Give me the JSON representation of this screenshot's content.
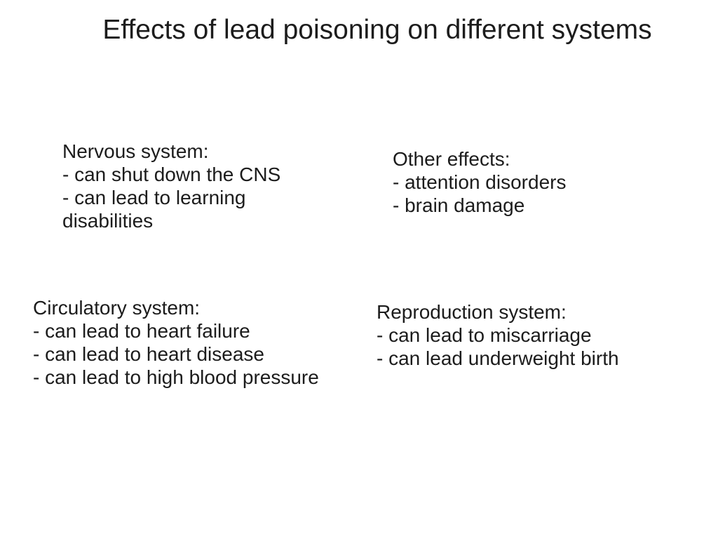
{
  "slide": {
    "title": "Effects of lead poisoning on different systems",
    "colors": {
      "background": "#ffffff",
      "text": "#1c1c1c"
    },
    "blocks": [
      {
        "id": "nervous-system",
        "heading": "Nervous system:",
        "lines": [
          "- can shut down the CNS",
          "- can lead to learning",
          "disabilities"
        ]
      },
      {
        "id": "other-effects",
        "heading": "Other effects:",
        "lines": [
          "- attention disorders",
          "- brain damage"
        ]
      },
      {
        "id": "circulatory-system",
        "heading": "Circulatory system:",
        "lines": [
          "- can lead to heart failure",
          "- can lead to heart disease",
          "- can lead to high blood pressure"
        ]
      },
      {
        "id": "reproduction-system",
        "heading": "Reproduction system:",
        "lines": [
          "- can lead to miscarriage",
          "- can lead underweight birth"
        ]
      }
    ]
  }
}
